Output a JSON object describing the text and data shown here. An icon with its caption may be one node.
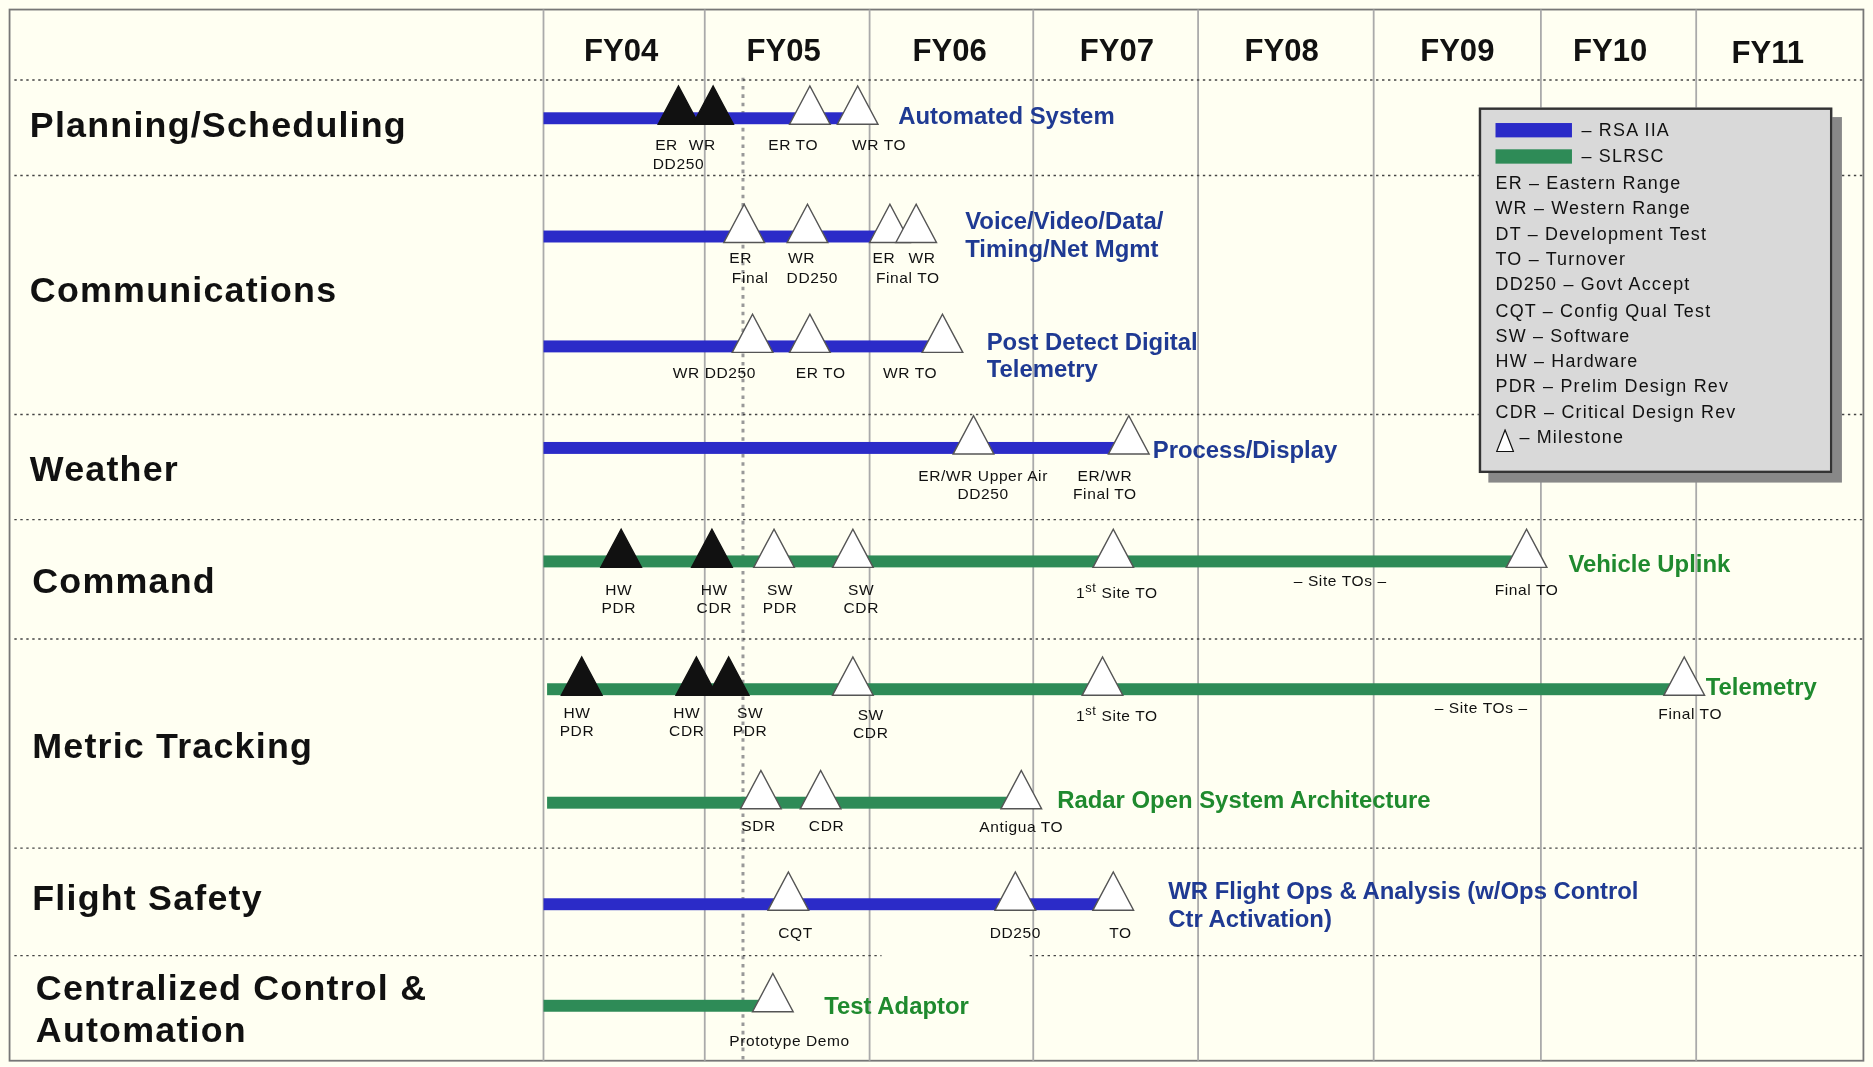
{
  "diagram": {
    "labels": [
      "FY04",
      "FY05",
      "FY06",
      "FY07",
      "FY08",
      "FY09",
      "FY10",
      "FY11",
      "Planning/Scheduling",
      "Automated System",
      "ER",
      "WR",
      "DD250",
      "ER TO",
      "WR TO",
      "Voice/Video/Data/ Timing/Net Mgmt",
      "ER",
      "Final",
      "WR",
      "DD250",
      "ER",
      "WR",
      "Final TO",
      "Communications",
      "Post Detect Digital Telemetry",
      "WR DD250",
      "ER TO",
      "WR TO",
      "Weather",
      "Process/Display",
      "ER/WR Upper Air DD250",
      "ER/WR Final TO",
      "Command",
      "Vehicle Uplink",
      "HW PDR",
      "HW CDR",
      "SW PDR",
      "SW CDR",
      "1$^{st}$ Site TO",
      "– Site TOs –",
      "Final TO",
      "Metric Tracking",
      "Telemetry",
      "HW PDR",
      "HW CDR",
      "SW PDR",
      "SW CDR",
      "1$^{st}$ Site TO",
      "– Site TOs –",
      "Final TO",
      "Radar Open System Architecture",
      "SDR",
      "CDR",
      "Antigua TO",
      "Flight Safety",
      "WR Flight Ops & Analysis (w/Ops Control Ctr Activation)",
      "CQT",
      "DD250",
      "TO",
      "Centralized Control & Automation",
      "Test Adaptor",
      "Prototype Demo"
    ],
    "legend": [
      {
        "text": "– RSA IIA",
        "color": "#2b2bc8"
      },
      {
        "text": "– SLRSC",
        "color": "#2e8b57"
      },
      {
        "text": "ER – Eastern Range"
      },
      {
        "text": "WR – Western Range"
      },
      {
        "text": "DT – Development Test"
      },
      {
        "text": "TO – Turnover"
      },
      {
        "text": "DD250 – Govt Accept"
      },
      {
        "text": "CQT – Config Qual Test"
      },
      {
        "text": "SW – Software"
      },
      {
        "text": "HW – Hardware"
      },
      {
        "text": "PDR – Prelim Design Rev"
      },
      {
        "text": "CDR – Critical Design Rev"
      },
      {
        "text": "– Milestone"
      }
    ]
  }
}
